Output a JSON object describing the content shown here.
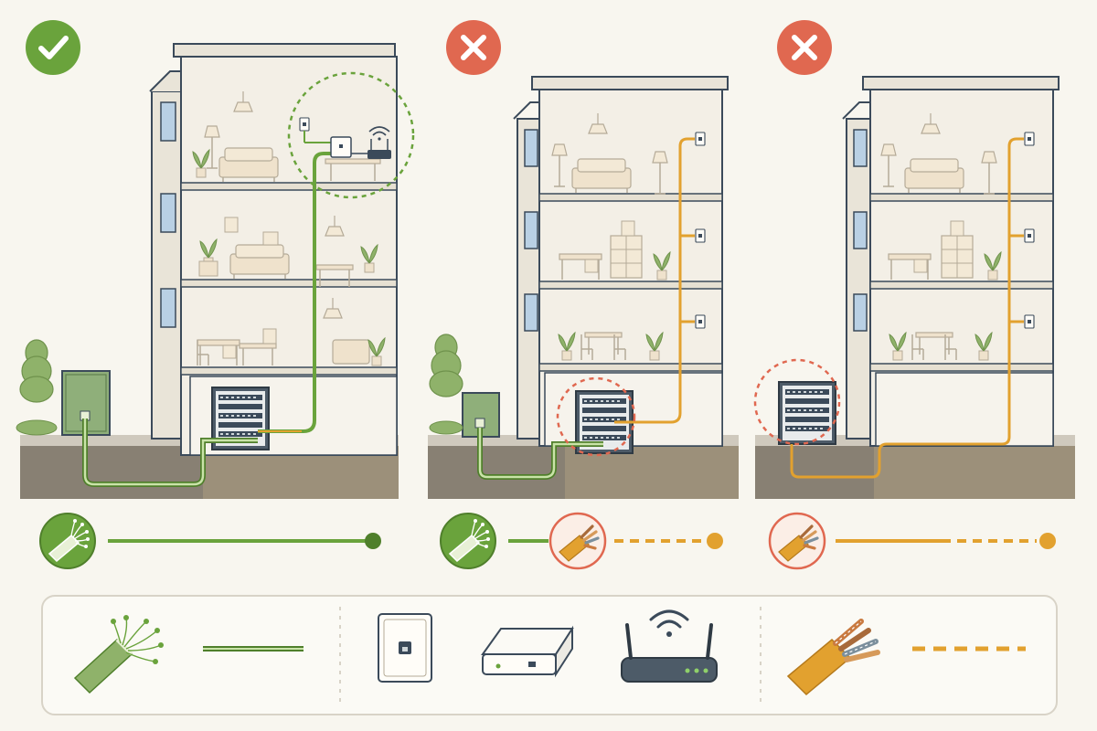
{
  "colors": {
    "background": "#f8f6ef",
    "fiber": "#6aa33c",
    "copper": "#e2a12f",
    "ok": "#6aa33c",
    "bad": "#e06850",
    "outline": "#3b4a5a",
    "wall": "#f3efe6",
    "window": "#b9d0e4",
    "ground": "#7b776e",
    "soil": "#9c907a",
    "furniture": "#efe2cc"
  },
  "scenarios": [
    {
      "name": "fiber-to-the-home",
      "status": "ok",
      "status_icon": "check-icon",
      "building_wiring": "fiber",
      "legend": [
        "fiber"
      ]
    },
    {
      "name": "fiber-to-the-building",
      "status": "bad",
      "status_icon": "cross-icon",
      "building_wiring": "copper",
      "legend": [
        "fiber",
        "copper"
      ]
    },
    {
      "name": "copper-only",
      "status": "bad",
      "status_icon": "cross-icon",
      "building_wiring": "copper",
      "legend": [
        "copper"
      ]
    }
  ],
  "legend": {
    "items": [
      {
        "icon": "fiber-cable-icon"
      },
      {
        "icon": "fiber-line-icon"
      },
      {
        "icon": "wall-outlet-icon"
      },
      {
        "icon": "network-terminal-icon"
      },
      {
        "icon": "wifi-router-icon"
      },
      {
        "icon": "copper-cable-icon"
      },
      {
        "icon": "copper-line-icon"
      }
    ]
  }
}
